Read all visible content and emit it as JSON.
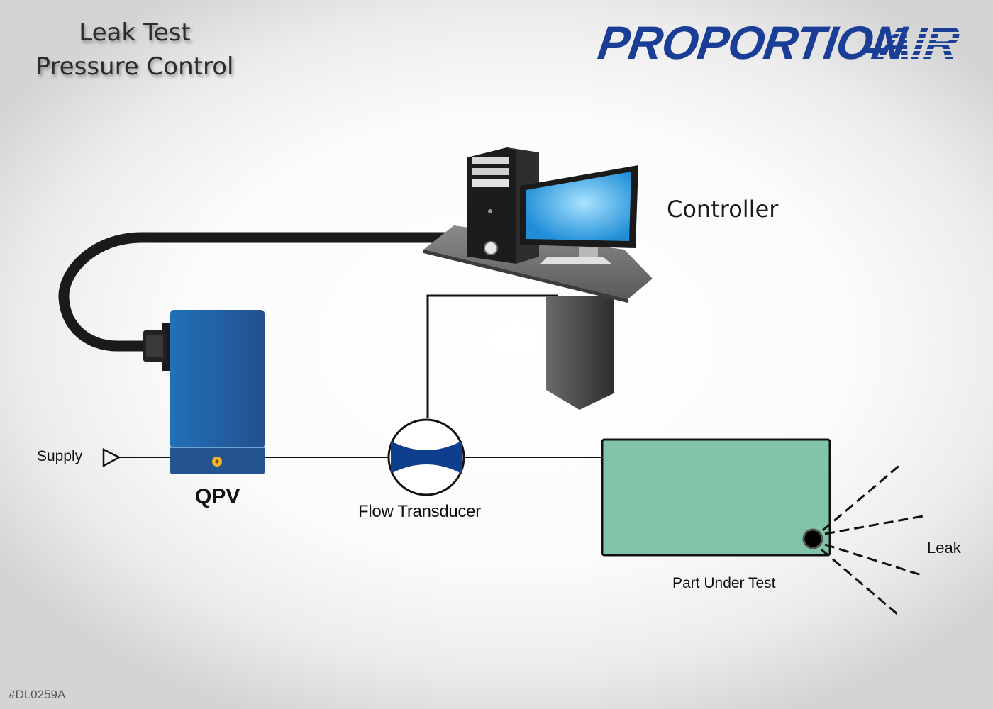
{
  "header": {
    "title_line1": "Leak Test",
    "title_line2": "Pressure Control"
  },
  "logo": {
    "left_text": "PROPORTION",
    "right_text": "AIR",
    "brand_color": "#1a3e96"
  },
  "labels": {
    "controller": "Controller",
    "supply": "Supply",
    "qpv": "QPV",
    "flow_transducer": "Flow Transducer",
    "part_under_test": "Part Under Test",
    "leak": "Leak"
  },
  "footer": {
    "document_code": "#DL0259A"
  },
  "colors": {
    "qpv_body": "#1f63a8",
    "part_fill": "#82c4a7",
    "transducer_fill": "#0e3f8f",
    "monitor_screen": "#3fa8e6",
    "cable": "#1a1a1a"
  }
}
